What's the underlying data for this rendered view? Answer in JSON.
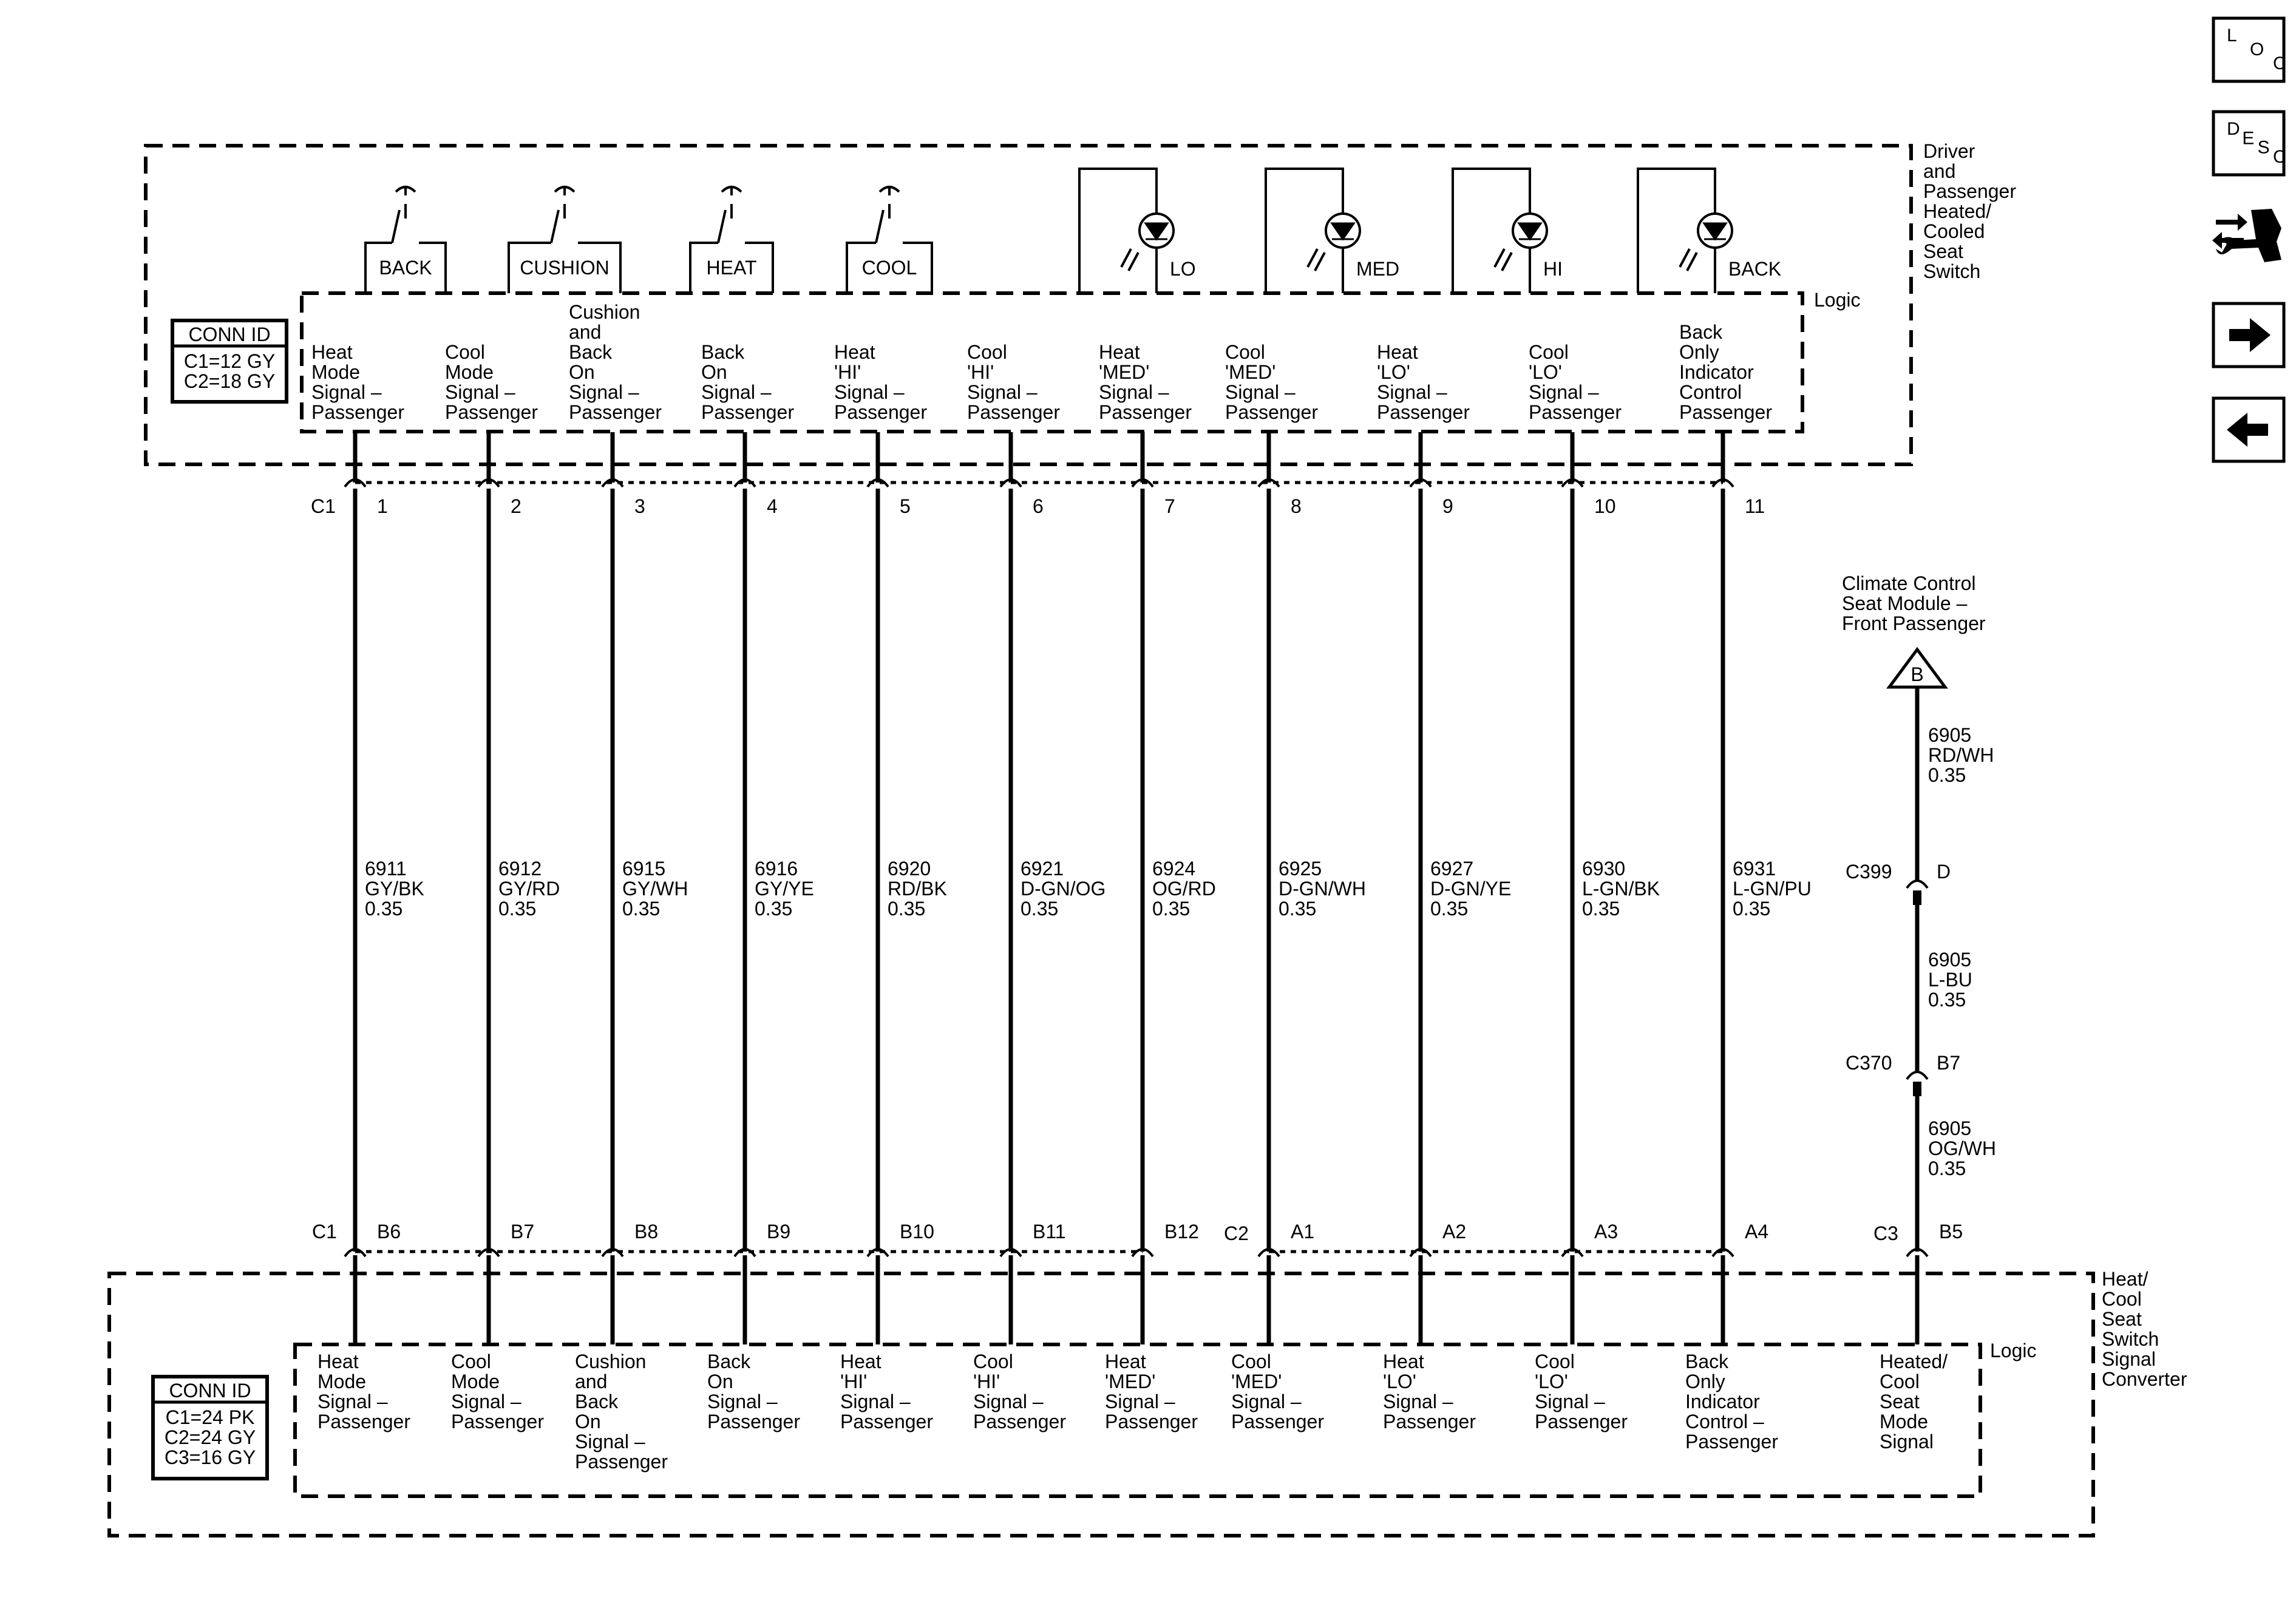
{
  "top_module": {
    "name_lines": [
      "Driver",
      "and",
      "Passenger",
      "Heated/",
      "Cooled",
      "Seat",
      "Switch"
    ],
    "logic_label": "Logic",
    "conn_id": {
      "title": "CONN ID",
      "lines": [
        "C1=12 GY",
        "C2=18 GY"
      ]
    },
    "switches": [
      "BACK",
      "CUSHION",
      "HEAT",
      "COOL"
    ],
    "indicators": [
      "LO",
      "MED",
      "HI",
      "BACK"
    ],
    "pin_labels": [
      [
        "Heat",
        "Mode",
        "Signal –",
        "Passenger"
      ],
      [
        "Cool",
        "Mode",
        "Signal –",
        "Passenger"
      ],
      [
        "Cushion",
        "and",
        "Back",
        "On",
        "Signal –",
        "Passenger"
      ],
      [
        "Back",
        "On",
        "Signal –",
        "Passenger"
      ],
      [
        "Heat",
        "'HI'",
        "Signal –",
        "Passenger"
      ],
      [
        "Cool",
        "'HI'",
        "Signal –",
        "Passenger"
      ],
      [
        "Heat",
        "'MED'",
        "Signal –",
        "Passenger"
      ],
      [
        "Cool",
        "'MED'",
        "Signal –",
        "Passenger"
      ],
      [
        "Heat",
        "'LO'",
        "Signal –",
        "Passenger"
      ],
      [
        "Cool",
        "'LO'",
        "Signal –",
        "Passenger"
      ],
      [
        "Back",
        "Only",
        "Indicator",
        "Control",
        "Passenger"
      ]
    ],
    "connector": "C1",
    "pins": [
      "1",
      "2",
      "3",
      "4",
      "5",
      "6",
      "7",
      "8",
      "9",
      "10",
      "11"
    ]
  },
  "wires": [
    [
      "6911",
      "GY/BK",
      "0.35"
    ],
    [
      "6912",
      "GY/RD",
      "0.35"
    ],
    [
      "6915",
      "GY/WH",
      "0.35"
    ],
    [
      "6916",
      "GY/YE",
      "0.35"
    ],
    [
      "6920",
      "RD/BK",
      "0.35"
    ],
    [
      "6921",
      "D-GN/OG",
      "0.35"
    ],
    [
      "6924",
      "OG/RD",
      "0.35"
    ],
    [
      "6925",
      "D-GN/WH",
      "0.35"
    ],
    [
      "6927",
      "D-GN/YE",
      "0.35"
    ],
    [
      "6930",
      "L-GN/BK",
      "0.35"
    ],
    [
      "6931",
      "L-GN/PU",
      "0.35"
    ]
  ],
  "bottom_module": {
    "name_lines": [
      "Heat/",
      "Cool",
      "Seat",
      "Switch",
      "Signal",
      "Converter"
    ],
    "logic_label": "Logic",
    "conn_id": {
      "title": "CONN ID",
      "lines": [
        "C1=24 PK",
        "C2=24 GY",
        "C3=16 GY"
      ]
    },
    "connector_labels": [
      "C1",
      "C2",
      "C3"
    ],
    "pins": [
      "B6",
      "B7",
      "B8",
      "B9",
      "B10",
      "B11",
      "B12",
      "A1",
      "A2",
      "A3",
      "A4",
      "B5"
    ],
    "pin_labels": [
      [
        "Heat",
        "Mode",
        "Signal –",
        "Passenger"
      ],
      [
        "Cool",
        "Mode",
        "Signal –",
        "Passenger"
      ],
      [
        "Cushion",
        "and",
        "Back",
        "On",
        "Signal –",
        "Passenger"
      ],
      [
        "Back",
        "On",
        "Signal –",
        "Passenger"
      ],
      [
        "Heat",
        "'HI'",
        "Signal –",
        "Passenger"
      ],
      [
        "Cool",
        "'HI'",
        "Signal –",
        "Passenger"
      ],
      [
        "Heat",
        "'MED'",
        "Signal –",
        "Passenger"
      ],
      [
        "Cool",
        "'MED'",
        "Signal –",
        "Passenger"
      ],
      [
        "Heat",
        "'LO'",
        "Signal –",
        "Passenger"
      ],
      [
        "Cool",
        "'LO'",
        "Signal –",
        "Passenger"
      ],
      [
        "Back",
        "Only",
        "Indicator",
        "Control –",
        "Passenger"
      ],
      [
        "Heated/",
        "Cool",
        "Seat",
        "Mode",
        "Signal"
      ]
    ]
  },
  "right_branch": {
    "module_lines": [
      "Climate Control",
      "Seat Module –",
      "Front Passenger"
    ],
    "ref": "B",
    "segments": [
      [
        "6905",
        "RD/WH",
        "0.35"
      ],
      [
        "6905",
        "L-BU",
        "0.35"
      ],
      [
        "6905",
        "OG/WH",
        "0.35"
      ]
    ],
    "inline": [
      {
        "conn": "C399",
        "pin": "D"
      },
      {
        "conn": "C370",
        "pin": "B7"
      }
    ]
  },
  "nav_buttons": [
    {
      "name": "loc-button",
      "icon": "loc-icon",
      "letters": [
        "L",
        "O",
        "C"
      ]
    },
    {
      "name": "desc-button",
      "icon": "desc-icon",
      "letters": [
        "D",
        "E",
        "S",
        "C"
      ]
    },
    {
      "name": "tools-button",
      "icon": "wrench-icon"
    },
    {
      "name": "next-button",
      "icon": "arrow-right-icon"
    },
    {
      "name": "prev-button",
      "icon": "arrow-left-icon"
    }
  ]
}
